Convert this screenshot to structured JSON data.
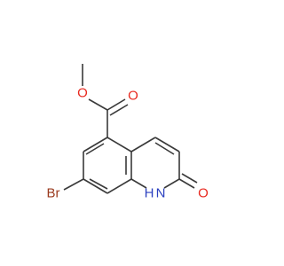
{
  "molecule": {
    "atoms": {
      "methyl_o": "O",
      "carbonyl_o": "O",
      "bromine": "Br",
      "ring_nh": "N",
      "ring_nh_h": "H",
      "lactam_o": "O"
    },
    "colors": {
      "bond": "#3a3a3a",
      "oxygen": "#e8281e",
      "bromine": "#9a3a1e",
      "nitrogen": "#2a3fbf"
    }
  }
}
